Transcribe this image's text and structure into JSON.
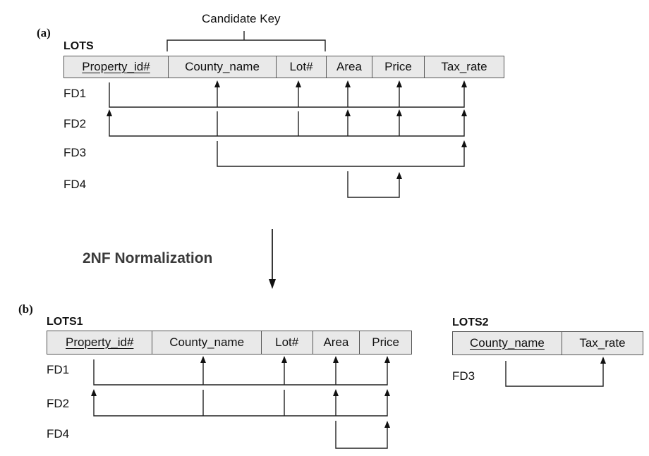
{
  "part_a": {
    "label": "(a)",
    "candidate_key_label": "Candidate Key",
    "relation": "LOTS",
    "columns": [
      "Property_id#",
      "County_name",
      "Lot#",
      "Area",
      "Price",
      "Tax_rate"
    ],
    "fds": [
      "FD1",
      "FD2",
      "FD3",
      "FD4"
    ]
  },
  "normalization_label": "2NF Normalization",
  "part_b": {
    "label": "(b)",
    "lots1": {
      "relation": "LOTS1",
      "columns": [
        "Property_id#",
        "County_name",
        "Lot#",
        "Area",
        "Price"
      ],
      "fds": [
        "FD1",
        "FD2",
        "FD4"
      ]
    },
    "lots2": {
      "relation": "LOTS2",
      "columns": [
        "County_name",
        "Tax_rate"
      ],
      "fds": [
        "FD3"
      ]
    }
  }
}
